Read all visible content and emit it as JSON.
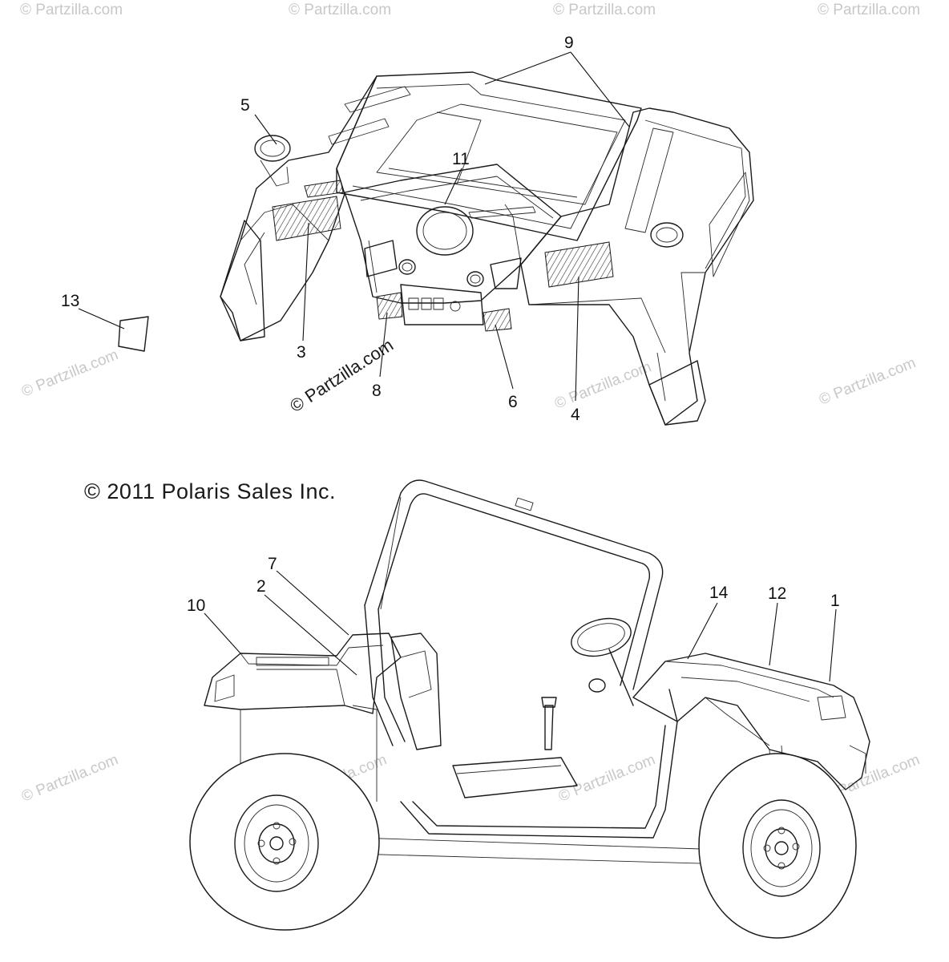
{
  "copyright": "© 2011 Polaris Sales Inc.",
  "watermark_main": "© Partzilla.com",
  "watermark_corner": "© Partzilla.com",
  "callouts": [
    {
      "id": "5",
      "label": "5"
    },
    {
      "id": "9",
      "label": "9"
    },
    {
      "id": "11",
      "label": "11"
    },
    {
      "id": "13",
      "label": "13"
    },
    {
      "id": "3",
      "label": "3"
    },
    {
      "id": "8",
      "label": "8"
    },
    {
      "id": "6",
      "label": "6"
    },
    {
      "id": "4",
      "label": "4"
    },
    {
      "id": "7",
      "label": "7"
    },
    {
      "id": "2",
      "label": "2"
    },
    {
      "id": "10",
      "label": "10"
    },
    {
      "id": "14",
      "label": "14"
    },
    {
      "id": "12",
      "label": "12"
    },
    {
      "id": "1",
      "label": "1"
    }
  ]
}
